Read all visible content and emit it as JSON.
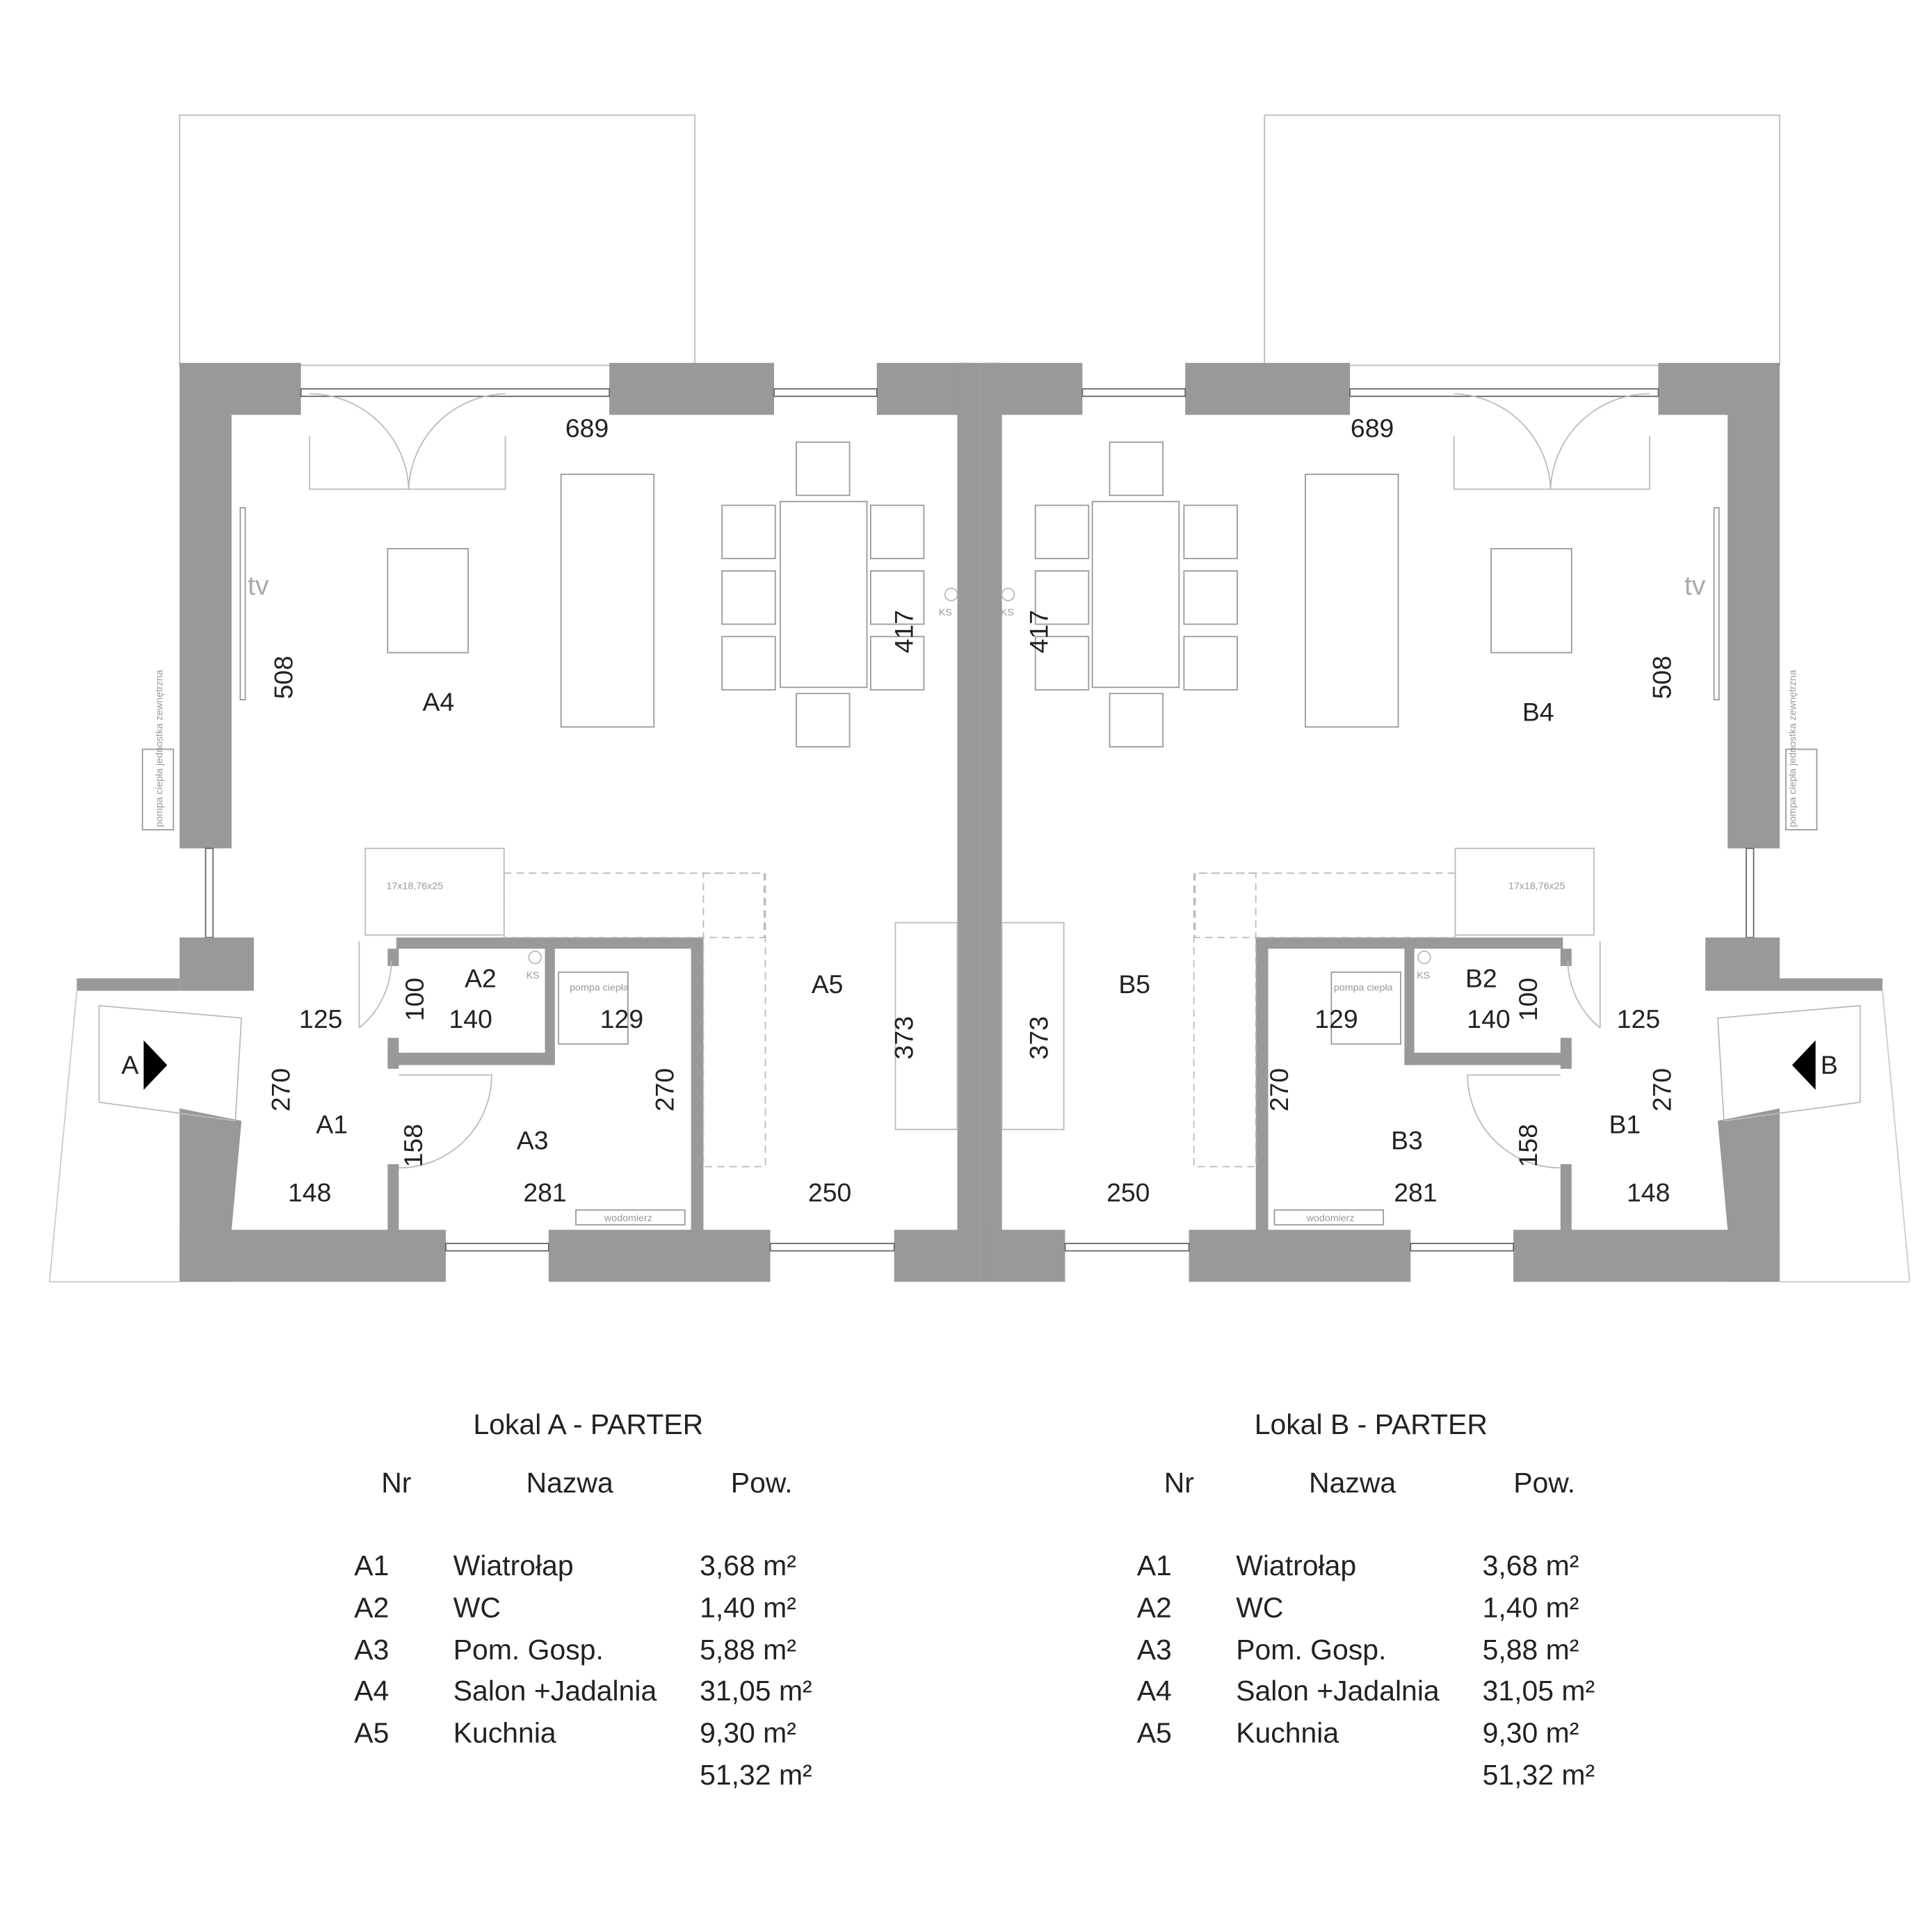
{
  "plan": {
    "unit_a": {
      "rooms": [
        "A1",
        "A2",
        "A3",
        "A4",
        "A5"
      ],
      "dims": {
        "top": "689",
        "left": "508",
        "dining": "417",
        "kitchen_h": "373",
        "a1_w": "125",
        "a2_h": "100",
        "a2_w": "140",
        "a3_w_top": "129",
        "a1_h": "270",
        "a3_h": "270",
        "door": "158",
        "a1_bottom": "148",
        "a3_bottom": "281",
        "a5_bottom": "250"
      },
      "entrance_label": "A",
      "tv": "tv",
      "ks": "KS",
      "stairs": "17x18,76x25",
      "heat_pump": "pompa ciepła",
      "outdoor_unit": "pompa ciepła jednostka zewnętrzna",
      "water_meter": "wodomierz"
    },
    "unit_b": {
      "rooms": [
        "B1",
        "B2",
        "B3",
        "B4",
        "B5"
      ],
      "dims": {
        "top": "689",
        "right": "508",
        "dining": "417",
        "kitchen_h": "373",
        "b1_w": "125",
        "b2_h": "100",
        "b2_w": "140",
        "b3_w_top": "129",
        "b1_h": "270",
        "b3_h": "270",
        "door": "158",
        "b1_bottom": "148",
        "b3_bottom": "281",
        "b5_bottom": "250"
      },
      "entrance_label": "B",
      "tv": "tv",
      "ks": "KS",
      "stairs": "17x18,76x25",
      "heat_pump": "pompa ciepła",
      "outdoor_unit": "pompa ciepła jednostka zewnętrzna",
      "water_meter": "wodomierz"
    }
  },
  "tables": [
    {
      "title": "Lokal A - PARTER",
      "headers": [
        "Nr",
        "Nazwa",
        "Pow."
      ],
      "rows": [
        [
          "A1",
          "Wiatrołap",
          "3,68 m²"
        ],
        [
          "A2",
          "WC",
          "1,40 m²"
        ],
        [
          "A3",
          "Pom. Gosp.",
          "5,88 m²"
        ],
        [
          "A4",
          "Salon +Jadalnia",
          "31,05 m²"
        ],
        [
          "A5",
          "Kuchnia",
          "9,30 m²"
        ]
      ],
      "total": "51,32 m²"
    },
    {
      "title": "Lokal B - PARTER",
      "headers": [
        "Nr",
        "Nazwa",
        "Pow."
      ],
      "rows": [
        [
          "A1",
          "Wiatrołap",
          "3,68 m²"
        ],
        [
          "A2",
          "WC",
          "1,40 m²"
        ],
        [
          "A3",
          "Pom. Gosp.",
          "5,88 m²"
        ],
        [
          "A4",
          "Salon +Jadalnia",
          "31,05 m²"
        ],
        [
          "A5",
          "Kuchnia",
          "9,30 m²"
        ]
      ],
      "total": "51,32 m²"
    }
  ]
}
